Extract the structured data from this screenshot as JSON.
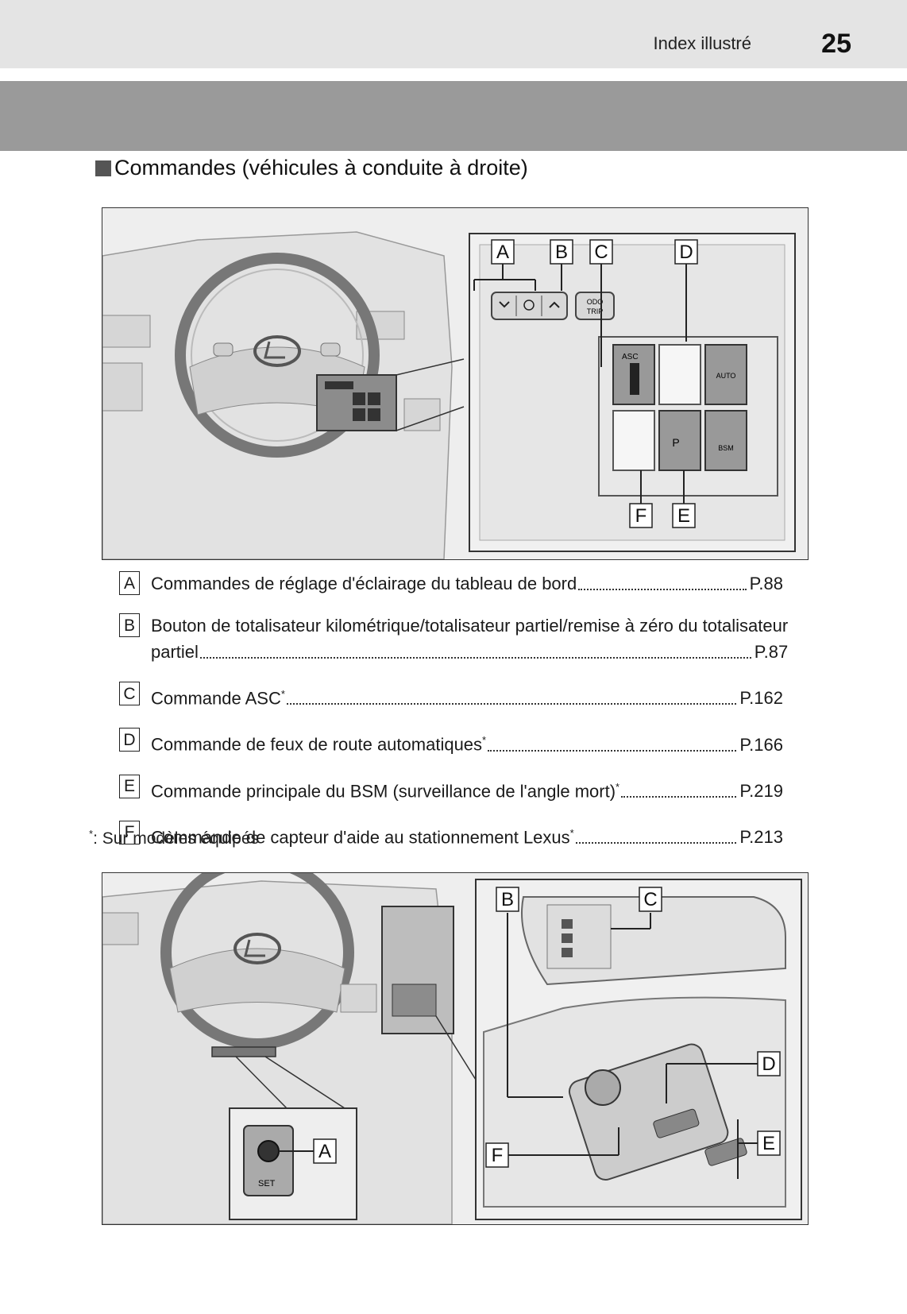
{
  "header": {
    "section_label": "Index illustré",
    "page_number": "25"
  },
  "heading": "Commandes (véhicules à conduite à droite)",
  "figure_top": {
    "callouts": [
      "A",
      "B",
      "C",
      "D",
      "F",
      "E"
    ],
    "button_labels": {
      "odo": "ODO",
      "trip": "TRIP",
      "asc": "ASC",
      "auto": "AUTO",
      "bsm": "BSM",
      "park": "P"
    }
  },
  "legend": [
    {
      "letter": "A",
      "text": "Commandes de réglage d'éclairage du tableau de bord",
      "page": "P.88"
    },
    {
      "letter": "B",
      "text": "Bouton de totalisateur kilométrique/totalisateur partiel/remise à zéro du totalisateur",
      "text2": "partiel",
      "page": "P.87"
    },
    {
      "letter": "C",
      "text": "Commande ASC",
      "star": "*",
      "page": "P.162"
    },
    {
      "letter": "D",
      "text": "Commande de feux de route automatiques",
      "star": "*",
      "page": "P.166"
    },
    {
      "letter": "E",
      "text": "Commande principale du BSM (surveillance de l'angle mort)",
      "star": "*",
      "page": "P.219"
    },
    {
      "letter": "F",
      "text": "Commande de capteur d'aide au stationnement Lexus",
      "star": "*",
      "page": "P.213"
    }
  ],
  "footnote": {
    "star": "*",
    "text": ":  Sur modèles équipés"
  },
  "figure_bottom": {
    "callouts": [
      "B",
      "C",
      "D",
      "E",
      "F",
      "A"
    ],
    "button_labels": {
      "set": "SET"
    }
  }
}
